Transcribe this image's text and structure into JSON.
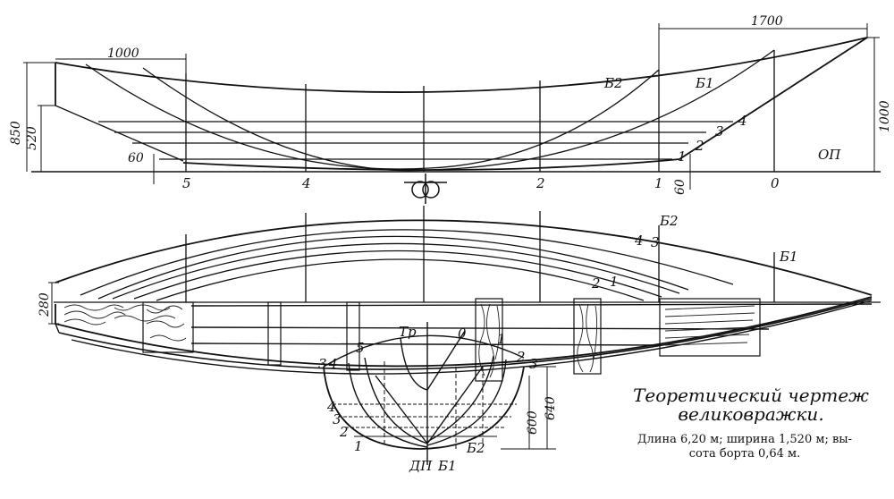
{
  "title_line1": "Теоретический чертеж",
  "title_line2": "великовражки.",
  "desc_line1": "Длина 6,20 м; ширина 1,520 м; вы-",
  "desc_line2": "сота борта 0,64 м.",
  "dimensions": {
    "d1000_top": "1000",
    "d1700": "1700",
    "d850": "850",
    "d520": "520",
    "d60_left": "60",
    "d60_right": "60",
    "d1000_right": "1000",
    "d280": "280",
    "d600": "600",
    "d640": "640"
  },
  "labels": {
    "op": "ОП",
    "dp": "ДП",
    "tr": "Тр",
    "b1": "Б1",
    "b2": "Б2",
    "plan_b1": "Б1",
    "plan_b2": "Б2",
    "body_b1": "Б1",
    "body_b2": "Б2"
  },
  "stations": [
    "5",
    "4",
    "2",
    "1",
    "0"
  ],
  "waterlines_profile": [
    "1",
    "2",
    "3",
    "4"
  ],
  "waterlines_plan": [
    "4",
    "3",
    "2",
    "1"
  ],
  "body_stations": {
    "s5": "5",
    "s1": "1",
    "s0": "0",
    "s2": "2",
    "s3": "3",
    "s4": "4",
    "s3b": "3",
    "s4b": "4"
  },
  "body_waterlines": [
    "4",
    "3",
    "2",
    "1"
  ]
}
